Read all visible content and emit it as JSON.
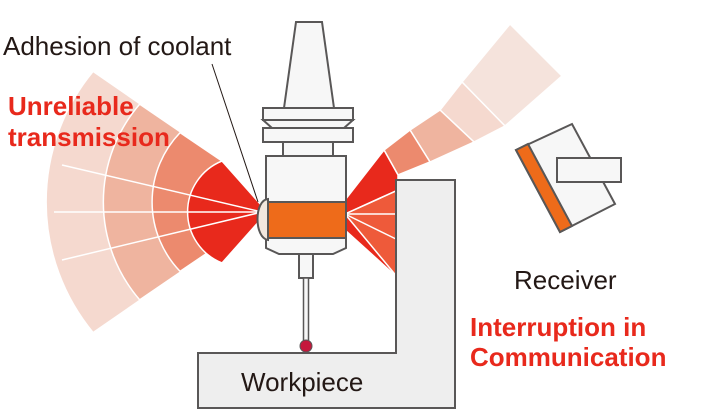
{
  "labels": {
    "coolant": "Adhesion of coolant",
    "unreliable_line1": "Unreliable",
    "unreliable_line2": "transmission",
    "receiver": "Receiver",
    "interruption_line1": "Interruption in",
    "interruption_line2": "Communication",
    "workpiece": "Workpiece"
  },
  "colors": {
    "alert_red": "#e8291c",
    "probe_orange": "#ee6b1a",
    "text_dark": "#231815",
    "outline": "#595757",
    "body_light": "#f7f7f7",
    "workpiece_gray": "#eeeeee",
    "beam_light": "#f5d9cf",
    "beam_mid": "#efb49f",
    "beam_strong": "#ec8a6e",
    "beam_core": "#e8291c",
    "stylus_ball": "#c4183c"
  }
}
